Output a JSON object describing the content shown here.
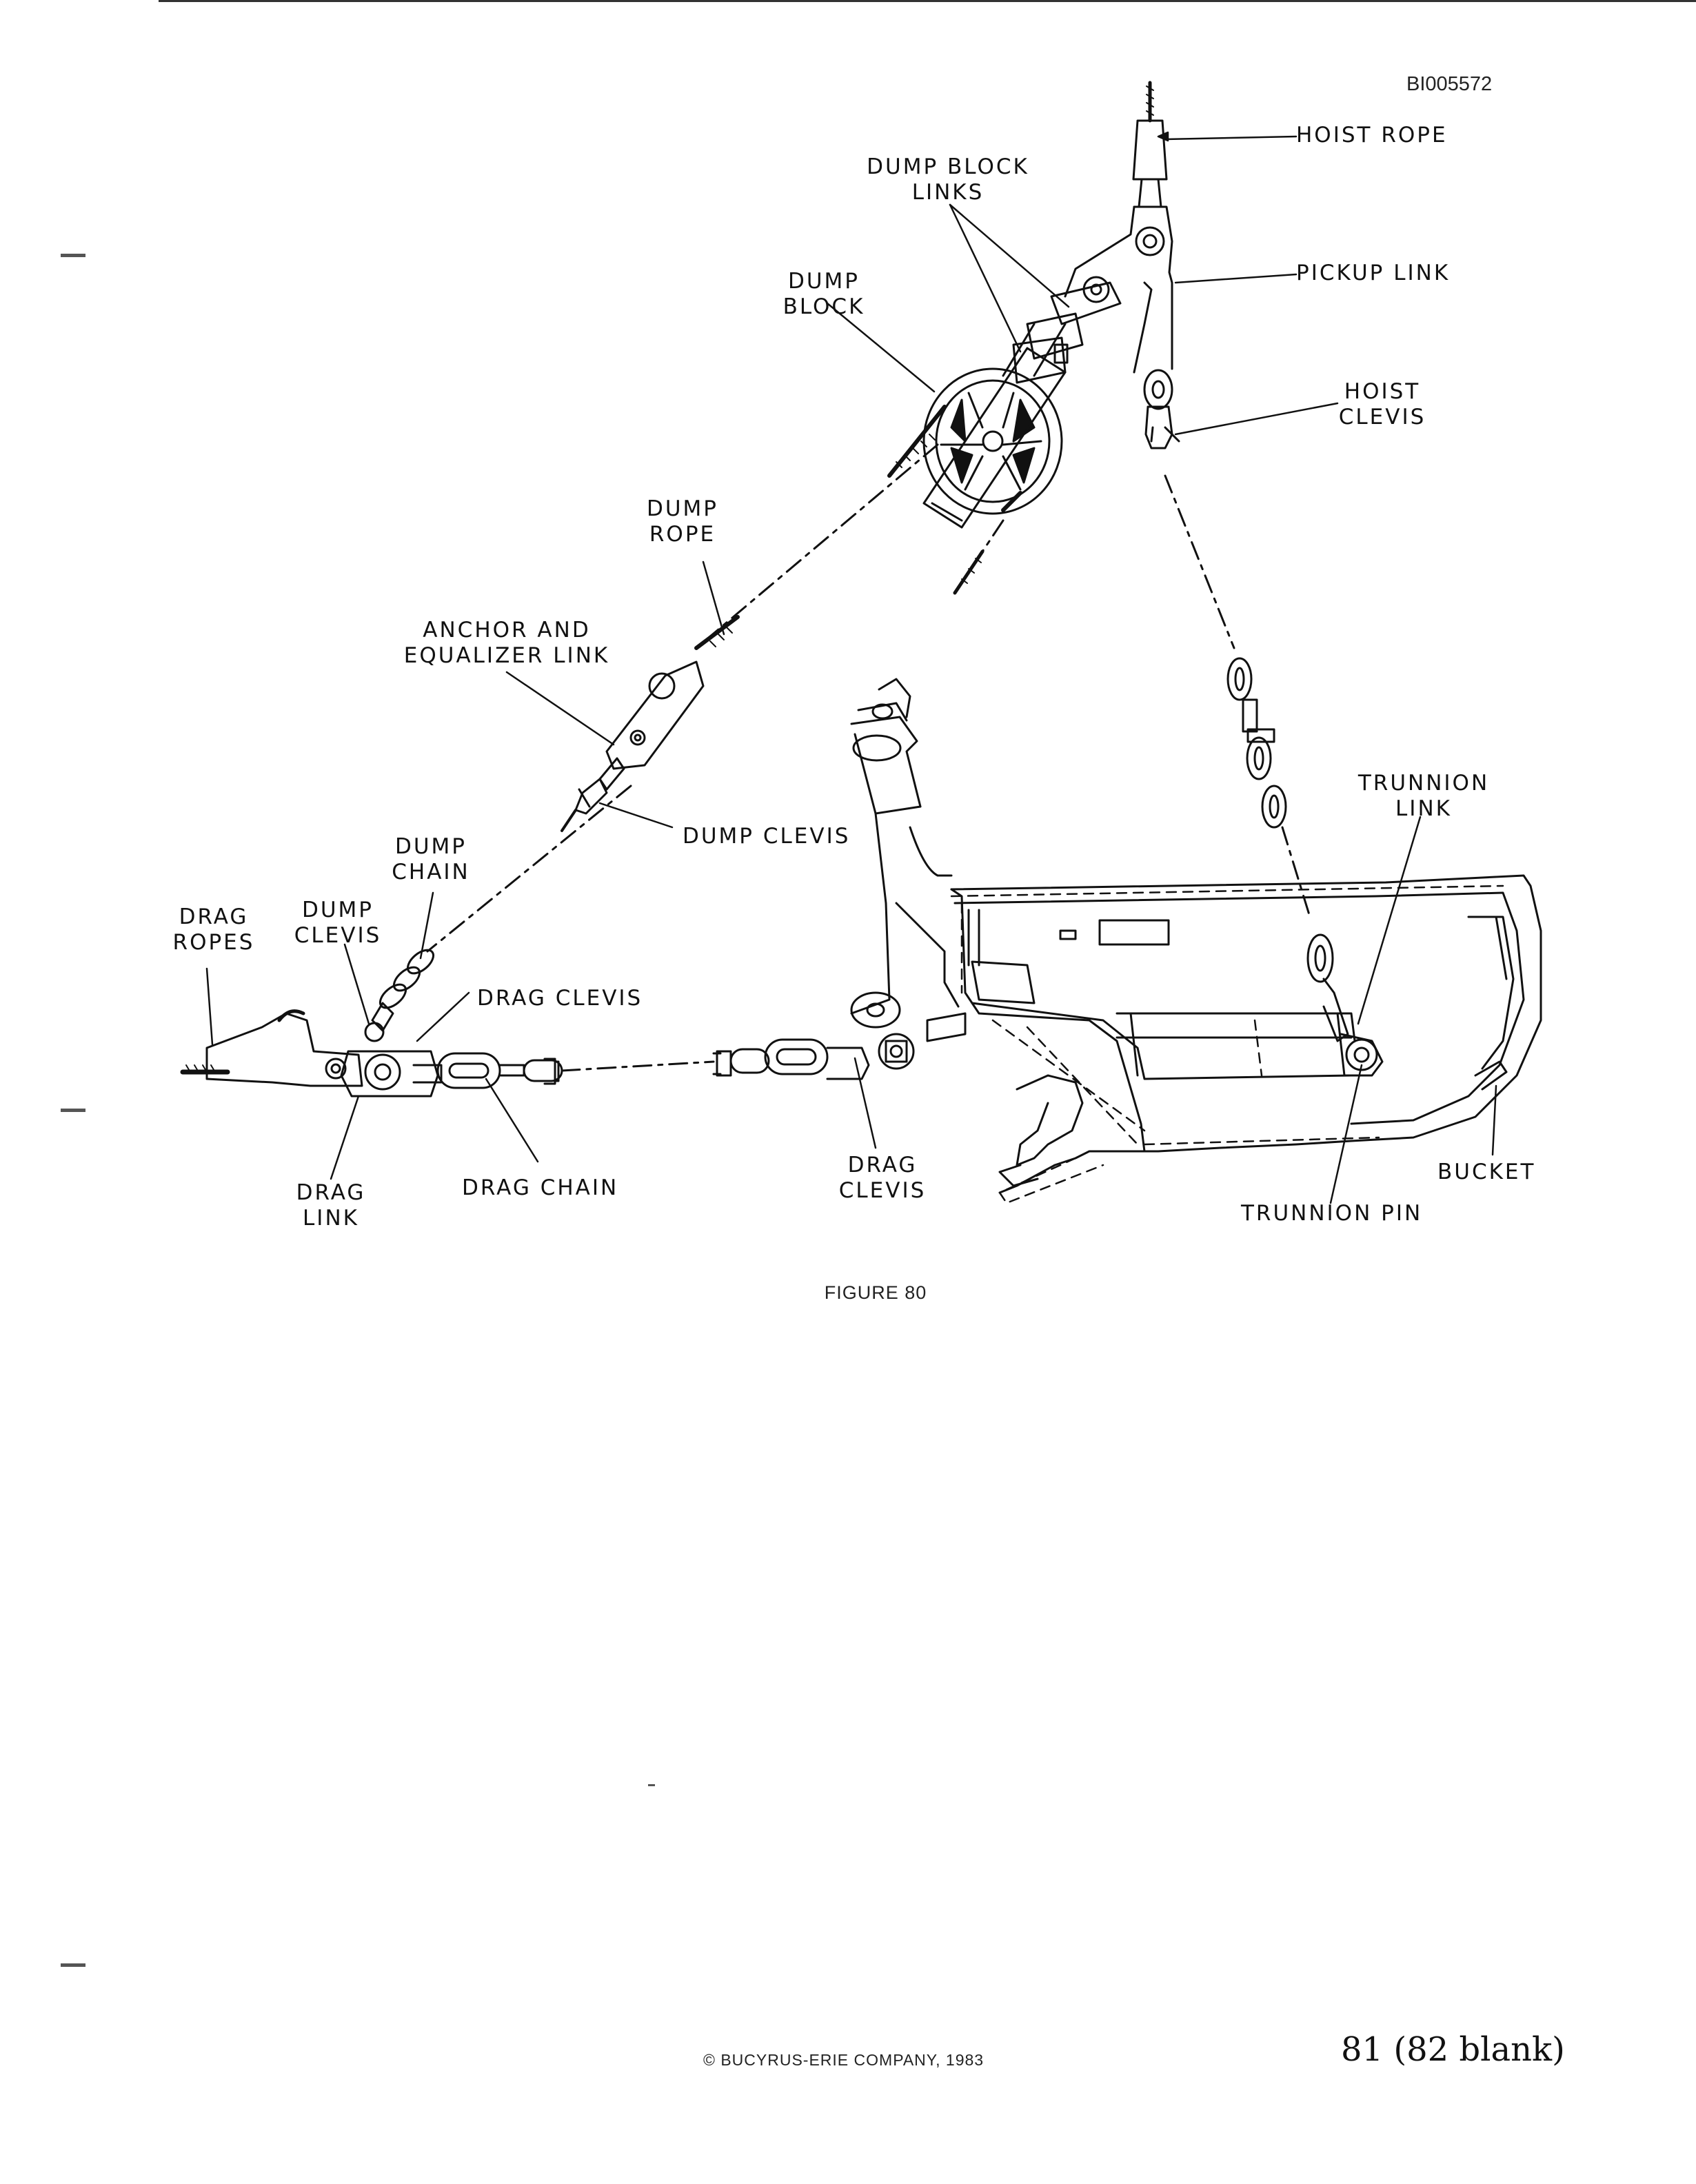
{
  "document_id": "BI005572",
  "labels": {
    "hoist_rope": "HOIST ROPE",
    "dump_block_links": "DUMP BLOCK\nLINKS",
    "pickup_link": "PICKUP LINK",
    "dump_block": "DUMP\nBLOCK",
    "hoist_clevis": "HOIST\nCLEVIS",
    "dump_rope": "DUMP\nROPE",
    "anchor_equalizer_link": "ANCHOR AND\nEQUALIZER LINK",
    "dump_clevis_upper": "DUMP CLEVIS",
    "dump_chain": "DUMP\nCHAIN",
    "trunnion_link": "TRUNNION\nLINK",
    "drag_ropes": "DRAG\nROPES",
    "dump_clevis_lower": "DUMP\nCLEVIS",
    "drag_clevis_upper": "DRAG CLEVIS",
    "drag_clevis_lower": "DRAG\nCLEVIS",
    "bucket": "BUCKET",
    "trunnion_pin": "TRUNNION PIN",
    "drag_link": "DRAG\nLINK",
    "drag_chain": "DRAG CHAIN"
  },
  "figure_caption": "FIGURE 80",
  "copyright": "© BUCYRUS-ERIE COMPANY, 1983",
  "page_number": "81 (82 blank)"
}
